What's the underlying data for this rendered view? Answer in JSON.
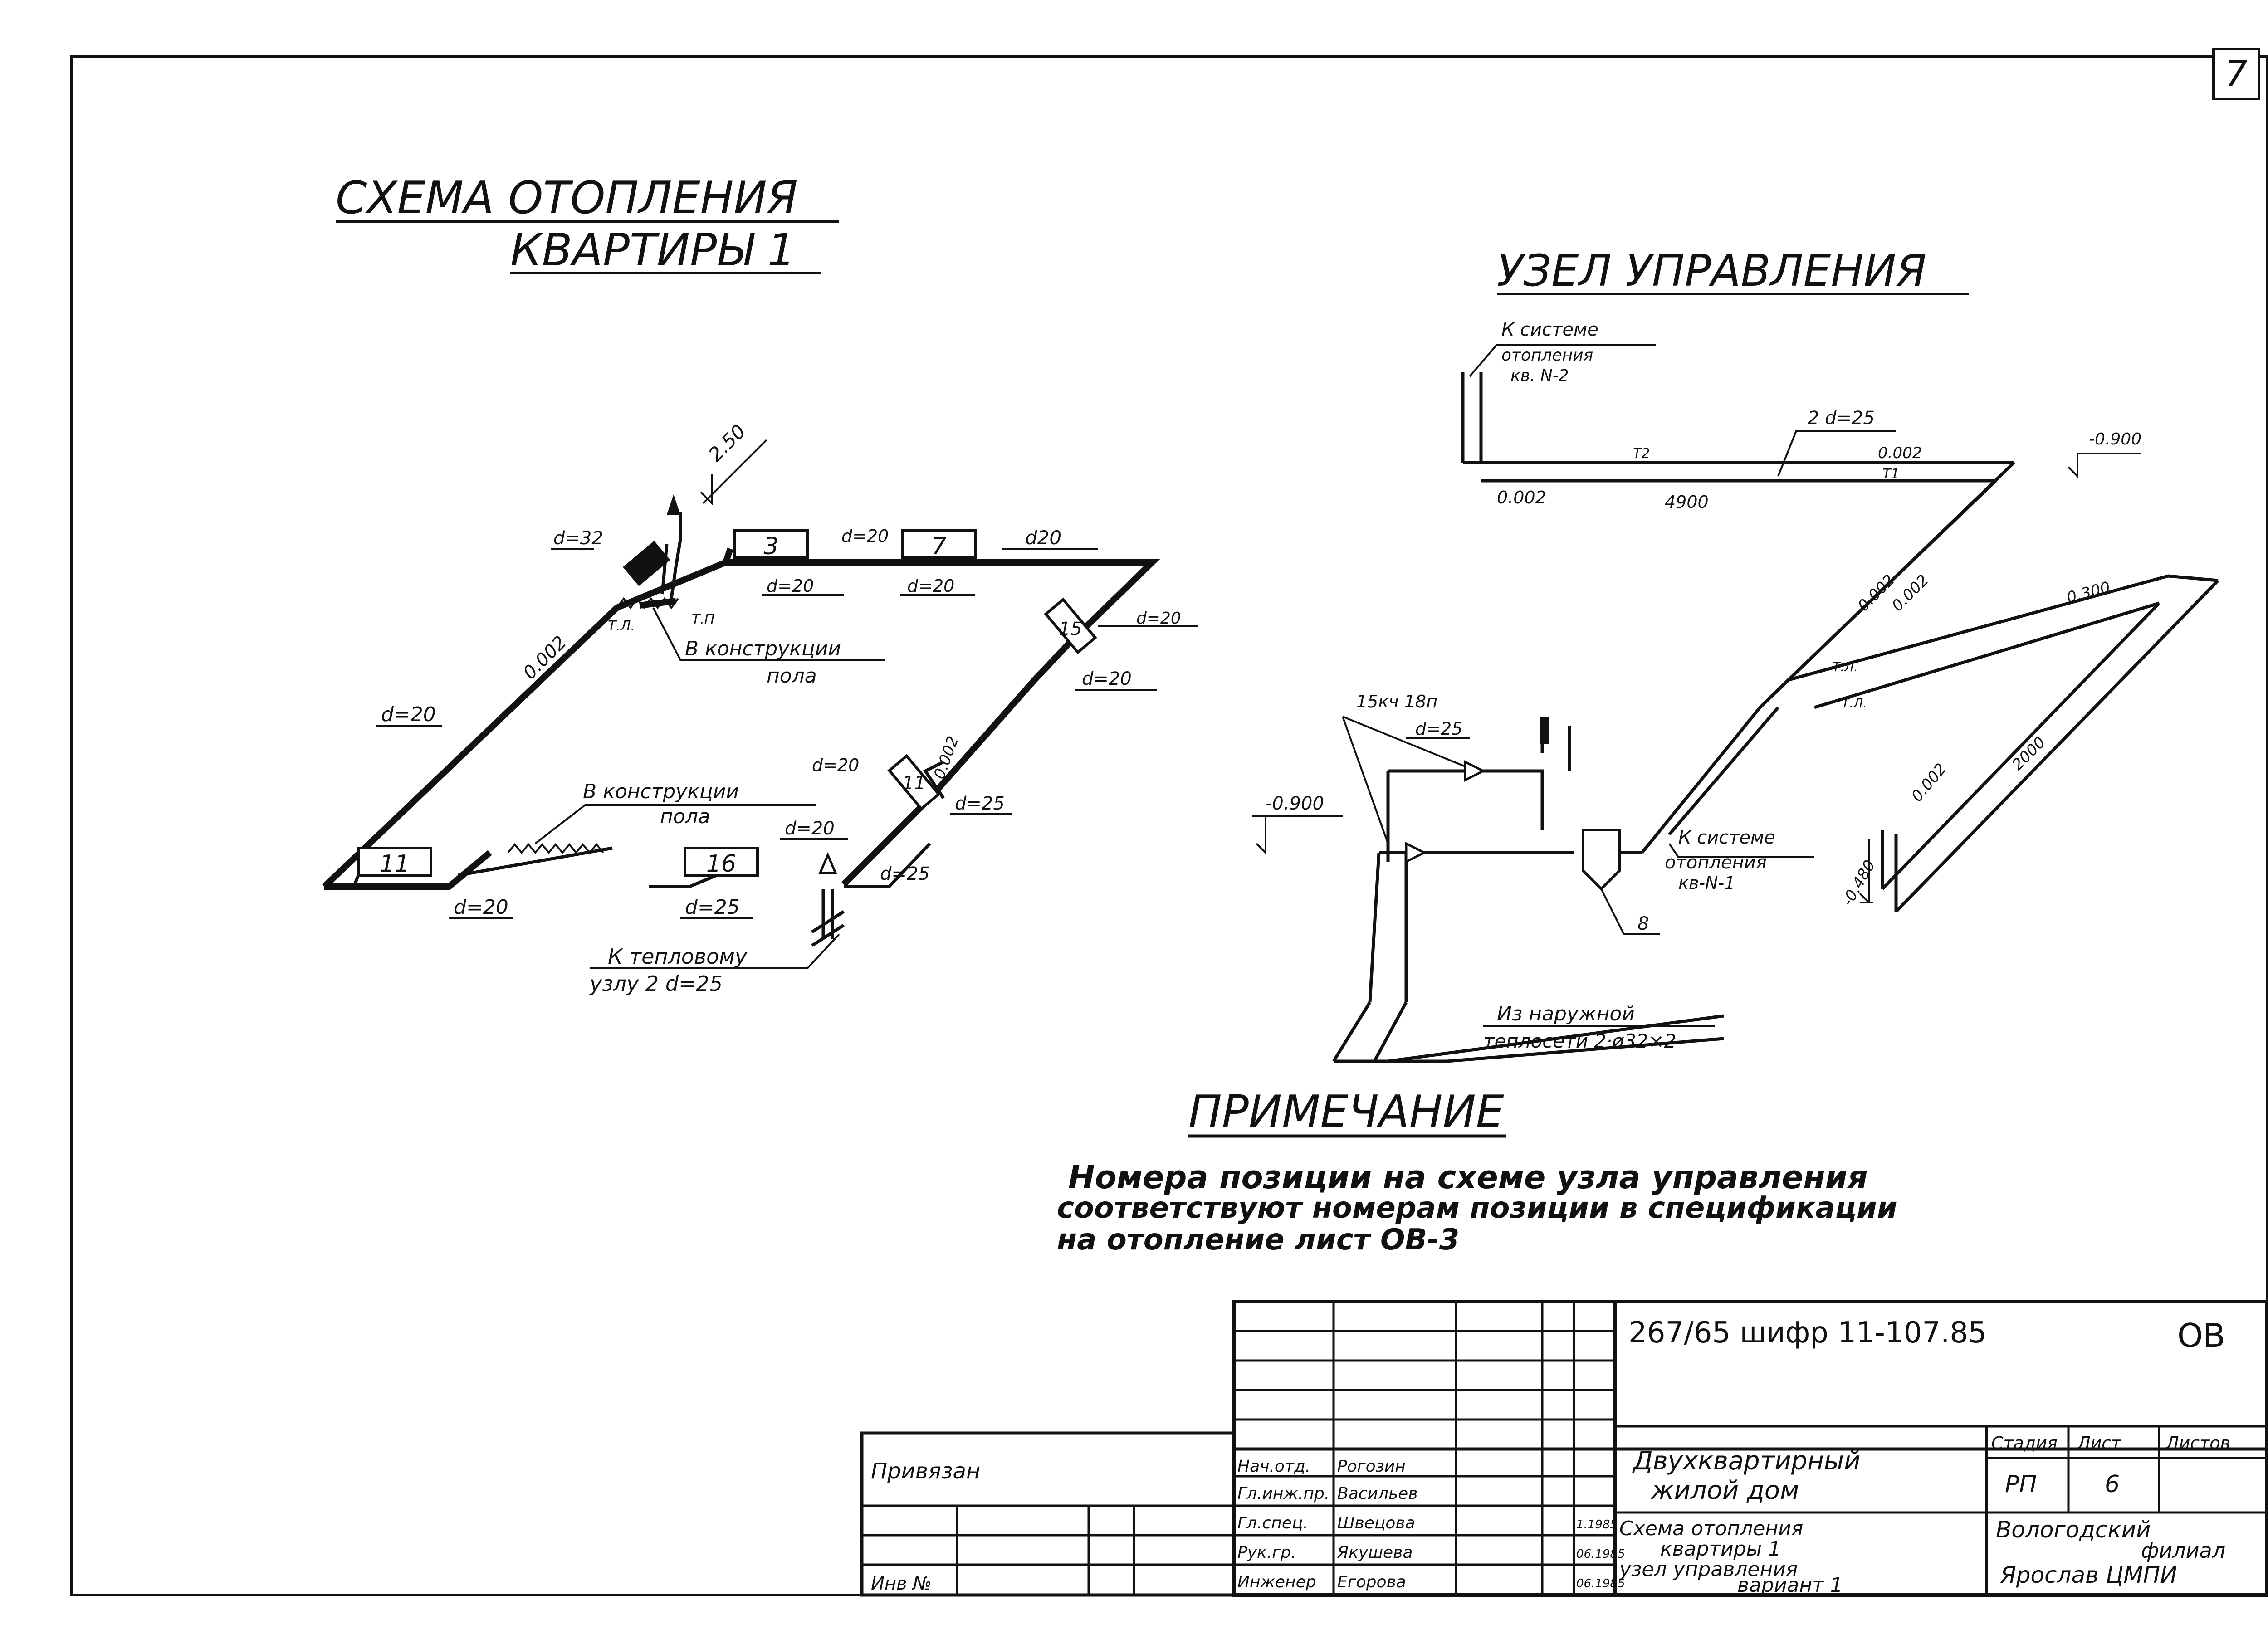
{
  "sheet_number": "7",
  "left_scheme": {
    "title_line1": "СХЕМА  ОТОПЛЕНИЯ",
    "title_line2": "КВАРТИРЫ  1",
    "labels": {
      "elev_top": "2.50",
      "d32": "d=32",
      "slope1": "0.002",
      "tl": "Т.Л.",
      "tp": "Т.П",
      "v_konstrukcii1_a": "В  конструкции",
      "v_konstrukcii1_b": "пола",
      "rad3": "3",
      "rad7": "7",
      "d20_a": "d=20",
      "d20_b": "d=20",
      "d20_c": "d=20",
      "d20_top": "d20",
      "d20_d": "d=20",
      "rad15": "15",
      "d20_e": "d=20",
      "d20_left": "d=20",
      "v_konstrukcii2_a": "В  конструкции",
      "v_konstrukcii2_b": "пола",
      "d20_f": "d=20",
      "d20_g": "d=20",
      "rad11": "11",
      "rad16": "16",
      "rad11b": "11",
      "slope2": "0.002",
      "d25_a": "d=25",
      "d25_b": "d=25",
      "d25_c": "d=25",
      "d20_bottom": "d=20",
      "k_teplovomu_a": "К тепловому",
      "k_teplovomu_b": "узлу   2  d=25"
    }
  },
  "right_scheme": {
    "title": "УЗЕЛ   УПРАВЛЕНИЯ",
    "labels": {
      "k_sisteme1_a": "К  системе",
      "k_sisteme1_b": "отопления",
      "k_sisteme1_c": "кв. N-2",
      "two_d25": "2  d=25",
      "t2": "Т2",
      "t1": "Т1",
      "slope_top_a": "0.002",
      "slope_top_b": "0.002",
      "len4900": "4900",
      "elev_900_a": "-0.900",
      "slope_c": "0.002",
      "slope_d": "0.002",
      "slope_e": "0.300",
      "tl1": "Т.Л.",
      "tl2": "Т.Л.",
      "valve_label_a": "15кч 18п",
      "valve_label_b": "d=25",
      "elev_900_b": "-0.900",
      "k_sisteme2_a": "К системе",
      "k_sisteme2_b": "отопления",
      "k_sisteme2_c": "кв-N-1",
      "pos8": "8",
      "elev_480": "-0.480",
      "slope_f": "0.002",
      "len2000": "2000",
      "iz_a": "Из  наружной",
      "iz_b": "теплосети   2·ø32×2"
    }
  },
  "note": {
    "title": "ПРИМЕЧАНИЕ",
    "line1": "Номера   позиции    на    схеме  узла   управления",
    "line2": "соответствуют    номерам   позиции    в  спецификации",
    "line3": "на    отопление     лист    ОВ-3"
  },
  "title_block": {
    "code": "267/65  шифр  11-107.85",
    "sheet_mark": "ОВ",
    "privyazan": "Привязан",
    "inv": "Инв №",
    "roles": [
      {
        "role": "Нач.отд.",
        "name": "Рогозин"
      },
      {
        "role": "Гл.инж.пр.",
        "name": "Васильев"
      },
      {
        "role": "Гл.спец.",
        "name": "Швецова"
      },
      {
        "role": "Рук.гр.",
        "name": "Якушева"
      },
      {
        "role": "Инженер",
        "name": "Егорова"
      }
    ],
    "date_a": "1.1985",
    "date_b": "06.1985",
    "date_c": "06.1985",
    "object_a": "Двухквартирный",
    "object_b": "жилой  дом",
    "drawing_a": "Схема   отопления",
    "drawing_b": "квартиры  1",
    "drawing_c": "узел   управления",
    "drawing_d": "вариант  1",
    "stage_h": "Стадия",
    "sheet_h": "Лист",
    "sheets_h": "Листов",
    "stage_v": "РП",
    "sheet_v": "6",
    "org_a": "Вологодский",
    "org_b": "филиал",
    "org_c": "Ярослав ЦМПИ"
  }
}
